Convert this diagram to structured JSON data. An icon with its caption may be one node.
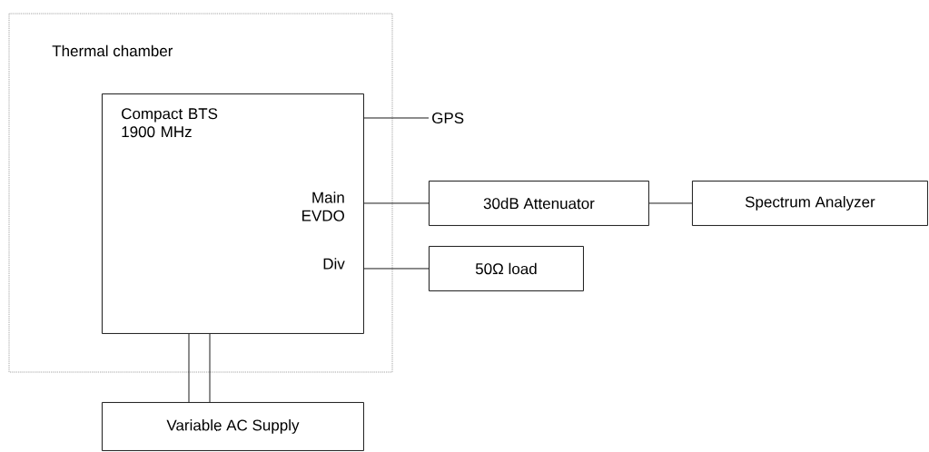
{
  "diagram": {
    "nodes": [
      {
        "text": [
          "Thermal chamber"
        ]
      },
      {
        "text": [
          "Compact BTS 1900 MHz",
          "Main EVDO",
          "Div"
        ],
        "in": 0
      },
      {
        "text": [
          "GPS"
        ]
      },
      {
        "text": [
          "30dB Attenuator"
        ]
      },
      {
        "text": [
          "Spectrum Analyzer"
        ]
      },
      {
        "text": [
          "50Ω load"
        ]
      },
      {
        "text": [
          "Variable AC Supply"
        ]
      }
    ],
    "edges": [
      {
        "from": 1,
        "to": 2,
        "arrow": "none"
      },
      {
        "from": 1,
        "to": 3,
        "arrow": "none"
      },
      {
        "from": 3,
        "to": 4,
        "arrow": "none"
      },
      {
        "from": 1,
        "to": 5,
        "arrow": "none"
      },
      {
        "from": 1,
        "to": 6,
        "arrow": "none"
      },
      {
        "from": 1,
        "to": 6,
        "arrow": "none"
      }
    ]
  }
}
